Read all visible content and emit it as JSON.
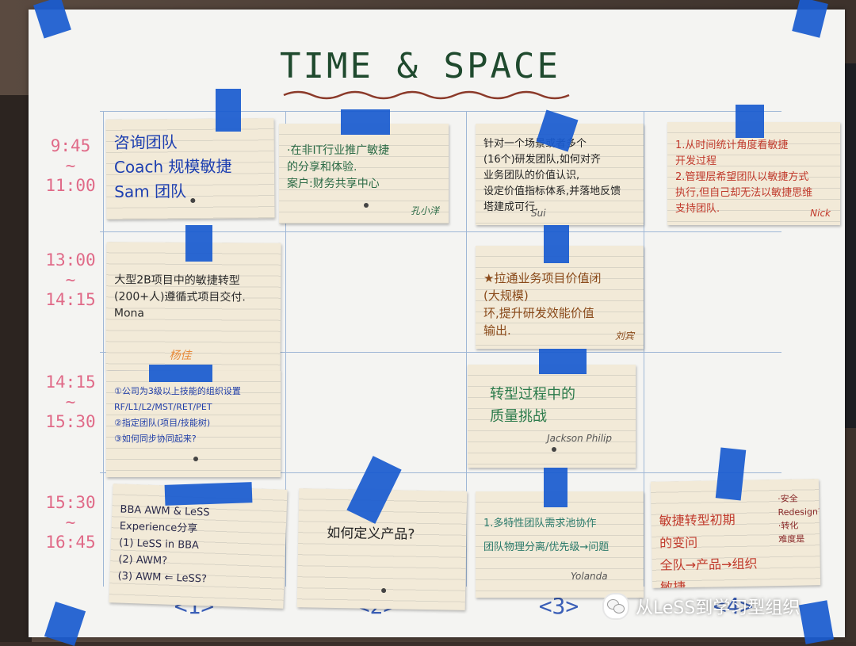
{
  "board": {
    "title": "TIME & SPACE",
    "times": [
      {
        "start": "9:45",
        "sep": "~",
        "end": "11:00"
      },
      {
        "start": "13:00",
        "sep": "~",
        "end": "14:15"
      },
      {
        "start": "14:15",
        "sep": "~",
        "end": "15:30"
      },
      {
        "start": "15:30",
        "sep": "~",
        "end": "16:45"
      }
    ],
    "rooms": [
      "<1>",
      "<2>",
      "<3>",
      "<4>"
    ],
    "colors": {
      "tape": "#1a5bd0",
      "time_text": "#e06a88",
      "room_text": "#3b5fb7",
      "title": "#1f4a2e",
      "grid": "#9fb7d6",
      "underline": "#8b3a2a"
    }
  },
  "cards": [
    {
      "text": "咨询团队\nCoach 规模敏捷\nSam  团队",
      "signature": "",
      "ink": "#1d3fb0"
    },
    {
      "text": "·在非IT行业推广敏捷\n的分享和体验.\n案户:财务共享中心",
      "signature": "孔小洋",
      "ink": "#2a6a45"
    },
    {
      "text": "针对一个场景或者多个\n(16个)研发团队,如何对齐\n业务团队的价值认识,\n设定价值指标体系,并落地反馈\n塔建成可行.",
      "signature": "Sui",
      "ink": "#222222"
    },
    {
      "text": "1.从时间统计角度看敏捷\n  开发过程\n2.管理层希望团队以敏捷方式\n  执行,但自己却无法以敏捷思维\n  支持团队.",
      "signature": "Nick",
      "ink": "#c0392b"
    },
    {
      "text": "大型2B项目中的敏捷转型\n(200+人)遵循式项目交付.\n      Mona",
      "signature": "",
      "ink": "#2a2a2a"
    },
    {
      "text": "★拉通业务项目价值闭\n       (大规模)\n环,提升研发效能价值\n输出.",
      "signature": "刘宾",
      "ink": "#8a4a1a"
    },
    {
      "text": "①公司为3级以上技能的组织设置\n  RF/L1/L2/MST/RET/PET\n②指定团队(项目/技能树)\n③如何同步协同起来?",
      "signature": "",
      "ink": "#1f3da8"
    },
    {
      "text": "转型过程中的\n质量挑战",
      "signature": "Jackson  Philip",
      "ink": "#2a7a4a"
    },
    {
      "text": "BBA AWM & LeSS\nExperience分享\n  (1) LeSS in BBA\n  (2) AWM?\n  (3) AWM ⇐ LeSS?",
      "signature": "",
      "ink": "#2a2a4a"
    },
    {
      "text": "如何定义产品?",
      "signature": "",
      "ink": "#222222"
    },
    {
      "text": "1.多特性团队需求池协作\n团队物理分离/优先级→问题",
      "signature": "Yolanda",
      "ink": "#2a7a6a"
    },
    {
      "text": "敏捷转型初期\n   的变问\n全队→产品→组织敏捷",
      "signature": "",
      "ink": "#c0392b"
    }
  ],
  "card_extras": {
    "partial_label": "杨佳",
    "side_note": "·安全\nRedesign?\n·转化\n难度是",
    "watermark_text": "从LeSS到学习型组织",
    "watermark_icon": "wechat-icon"
  }
}
